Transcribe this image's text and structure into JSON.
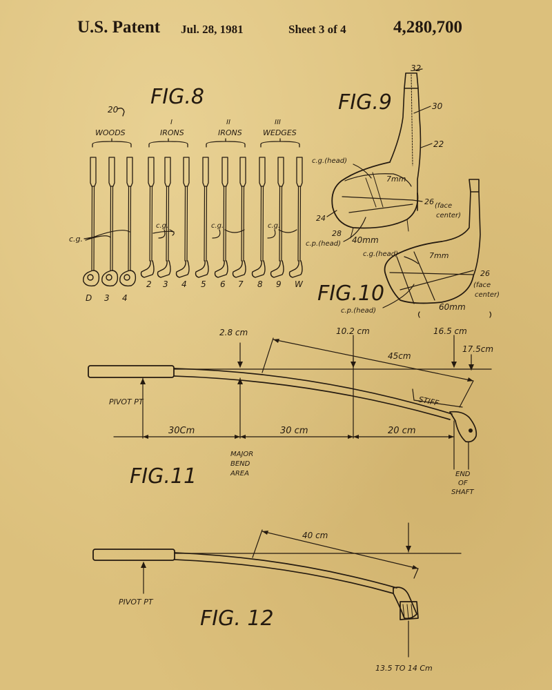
{
  "header": {
    "title": "U.S. Patent",
    "date": "Jul. 28, 1981",
    "sheet": "Sheet 3 of 4",
    "number": "4,280,700"
  },
  "fig8": {
    "title": "FIG.8",
    "ref": "20",
    "groups": [
      {
        "numeral": "",
        "label": "WOODS"
      },
      {
        "numeral": "I",
        "label": "IRONS"
      },
      {
        "numeral": "II",
        "label": "IRONS"
      },
      {
        "numeral": "III",
        "label": "WEDGES"
      }
    ],
    "cg_label": "c.g.",
    "cg_iron1": "c.g.",
    "cg_iron2": "c.g.",
    "cg_wedge": "c.g.",
    "club_labels": [
      "D",
      "3",
      "4",
      "2",
      "3",
      "4",
      "5",
      "6",
      "7",
      "8",
      "9",
      "W"
    ]
  },
  "fig9": {
    "title": "FIG.9",
    "ref32": "32",
    "ref30": "30",
    "ref22": "22",
    "cg_head": "c.g.(head)",
    "dim7": "7mm",
    "ref26": "26",
    "face_center_1": "(face",
    "face_center_2": "center)",
    "ref24": "24",
    "ref28": "28",
    "cp_head": "c.p.(head)",
    "dim40": "40mm"
  },
  "fig10": {
    "title": "FIG.10",
    "cg_head": "c.g.(head)",
    "dim7": "7mm",
    "ref26": "26",
    "face_center_1": "(face",
    "face_center_2": "center)",
    "cp_head": "c.p.(head)",
    "dim60": "60mm"
  },
  "fig11": {
    "title": "FIG.11",
    "d28": "2.8 cm",
    "d102": "10.2 cm",
    "d165": "16.5 cm",
    "d175": "17.5cm",
    "d45": "45cm",
    "stiff": "STIFF",
    "pivot": "PIVOT  PT",
    "d30a": "30Cm",
    "d30b": "30 cm",
    "d20": "20 cm",
    "major": [
      "MAJOR",
      "BEND",
      "AREA"
    ],
    "end": [
      "END",
      "OF",
      "SHAFT"
    ]
  },
  "fig12": {
    "title": "FIG. 12",
    "d40": "40 cm",
    "pivot": "PIVOT  PT",
    "range": "13.5  TO  14  Cm"
  }
}
